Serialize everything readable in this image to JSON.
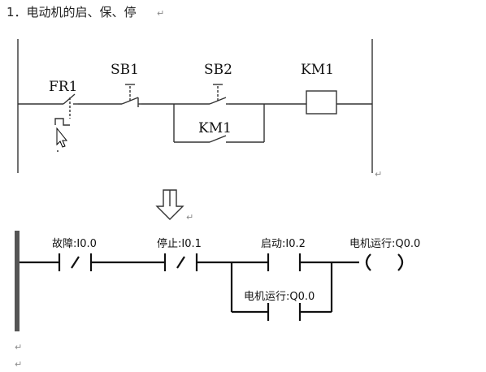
{
  "heading": {
    "text": "1．电动机的启、保、停",
    "return_mark": "↵"
  },
  "relay_schematic": {
    "labels": {
      "fr1": "FR1",
      "sb1": "SB1",
      "sb2": "SB2",
      "km1_coil": "KM1",
      "km1_contact": "KM1"
    },
    "return_mark": "↵"
  },
  "arrow": {
    "return_mark": "↵"
  },
  "ladder_diagram": {
    "labels": {
      "fault": "故障:I0.0",
      "stop": "停止:I0.1",
      "start": "启动:I0.2",
      "motor_output": "电机运行:Q0.0",
      "motor_holding": "电机运行:Q0.0"
    }
  },
  "footer": {
    "return_mark_1": "↵",
    "return_mark_2": "↵"
  }
}
